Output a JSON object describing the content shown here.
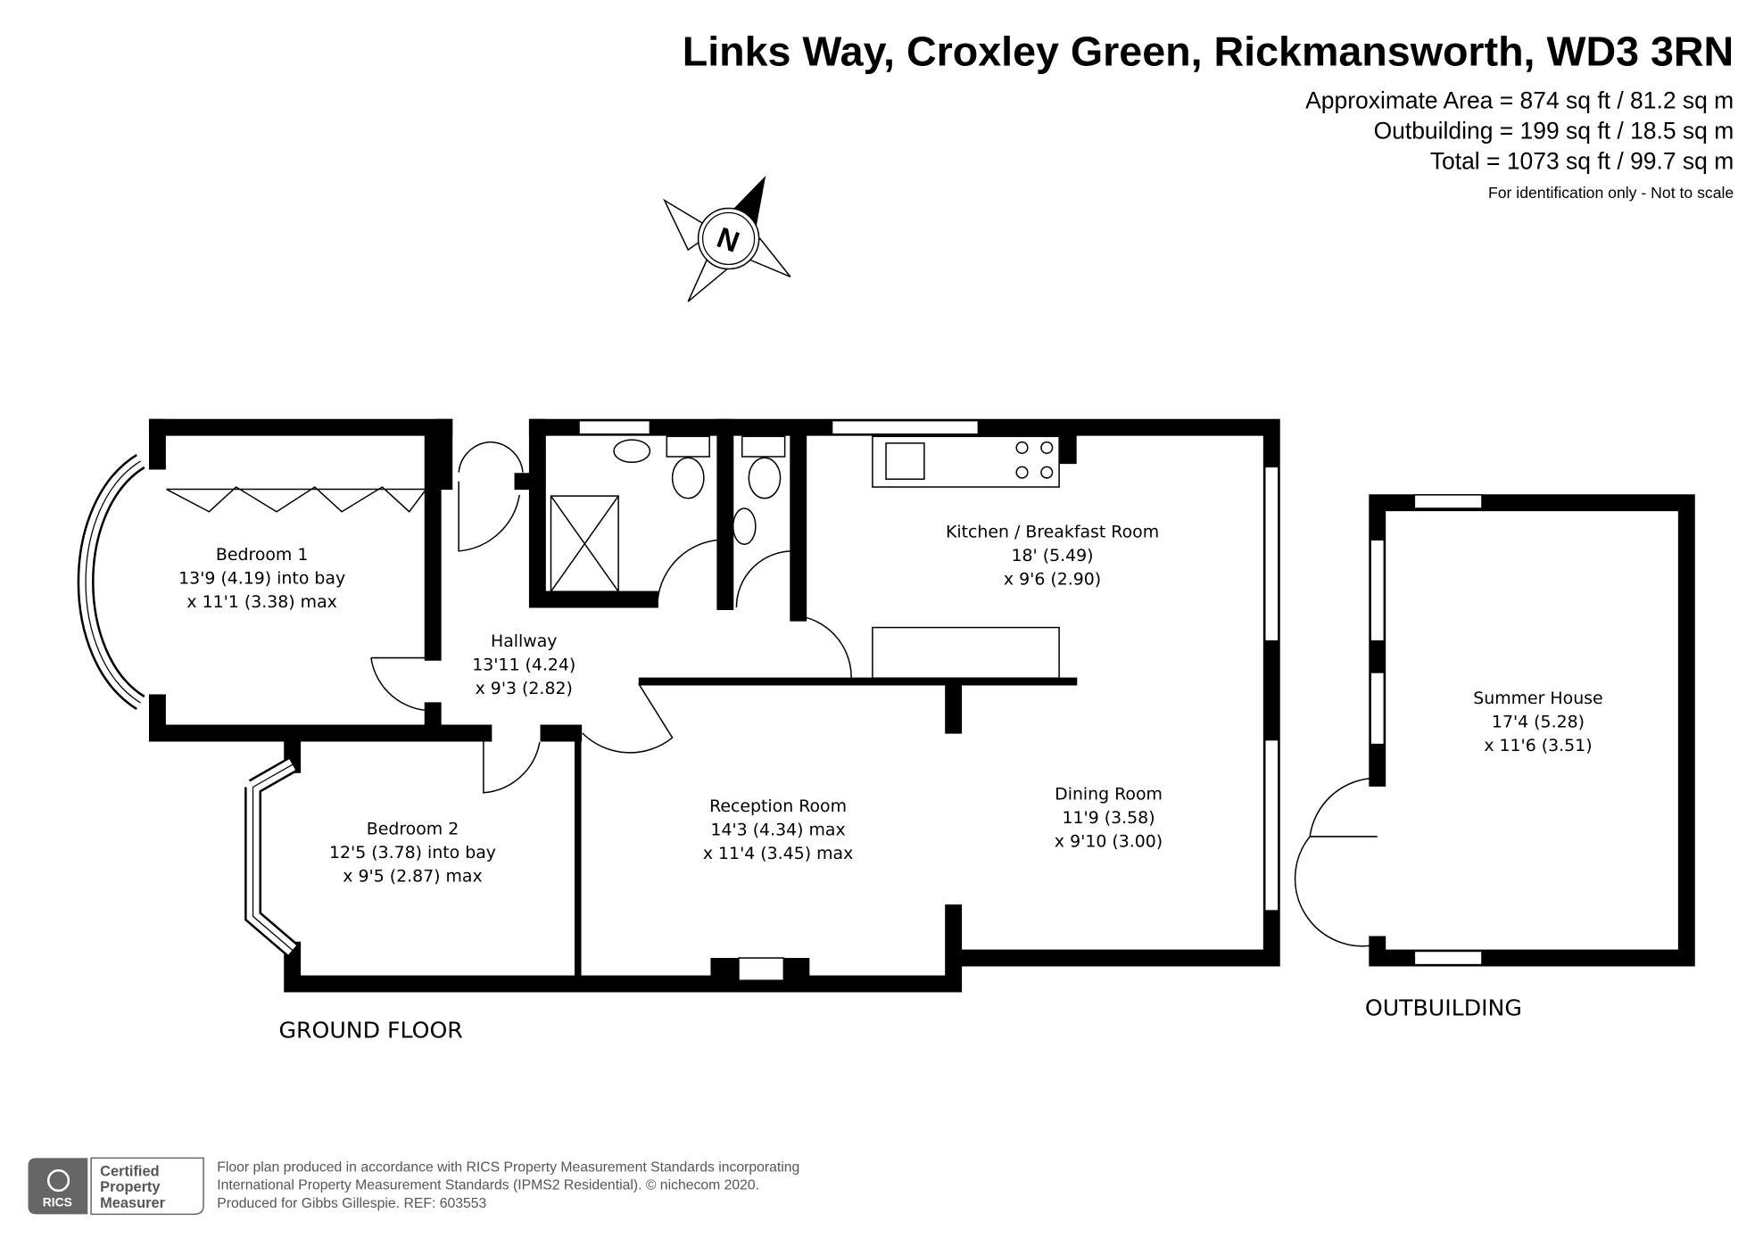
{
  "header": {
    "title": "Links Way, Croxley Green, Rickmansworth, WD3 3RN",
    "areas": [
      "Approximate Area = 874 sq ft / 81.2 sq m",
      "Outbuilding = 199 sq ft / 18.5 sq m",
      "Total = 1073 sq ft / 99.7 sq m"
    ],
    "note": "For identification only - Not to scale"
  },
  "compass": {
    "letter": "N"
  },
  "rooms": {
    "bedroom1": {
      "name": "Bedroom 1",
      "dim1": "13'9 (4.19) into bay",
      "dim2": "x 11'1 (3.38) max"
    },
    "hallway": {
      "name": "Hallway",
      "dim1": "13'11 (4.24)",
      "dim2": "x 9'3 (2.82)"
    },
    "kitchen": {
      "name": "Kitchen / Breakfast Room",
      "dim1": "18' (5.49)",
      "dim2": "x 9'6 (2.90)"
    },
    "bedroom2": {
      "name": "Bedroom 2",
      "dim1": "12'5 (3.78) into bay",
      "dim2": "x 9'5 (2.87) max"
    },
    "reception": {
      "name": "Reception Room",
      "dim1": "14'3 (4.34) max",
      "dim2": "x 11'4 (3.45) max"
    },
    "dining": {
      "name": "Dining Room",
      "dim1": "11'9 (3.58)",
      "dim2": "x 9'10 (3.00)"
    },
    "summer": {
      "name": "Summer House",
      "dim1": "17'4 (5.28)",
      "dim2": "x 11'6 (3.51)"
    }
  },
  "floors": {
    "ground": "GROUND FLOOR",
    "outbuilding": "OUTBUILDING"
  },
  "footer": {
    "badge_org": "RICS",
    "badge_lines": [
      "Certified",
      "Property",
      "Measurer"
    ],
    "lines": [
      "Floor plan produced in accordance with RICS Property Measurement Standards incorporating",
      "International Property Measurement Standards (IPMS2 Residential).   © nichecom 2020.",
      "Produced for Gibbs Gillespie.   REF: 603553"
    ]
  }
}
